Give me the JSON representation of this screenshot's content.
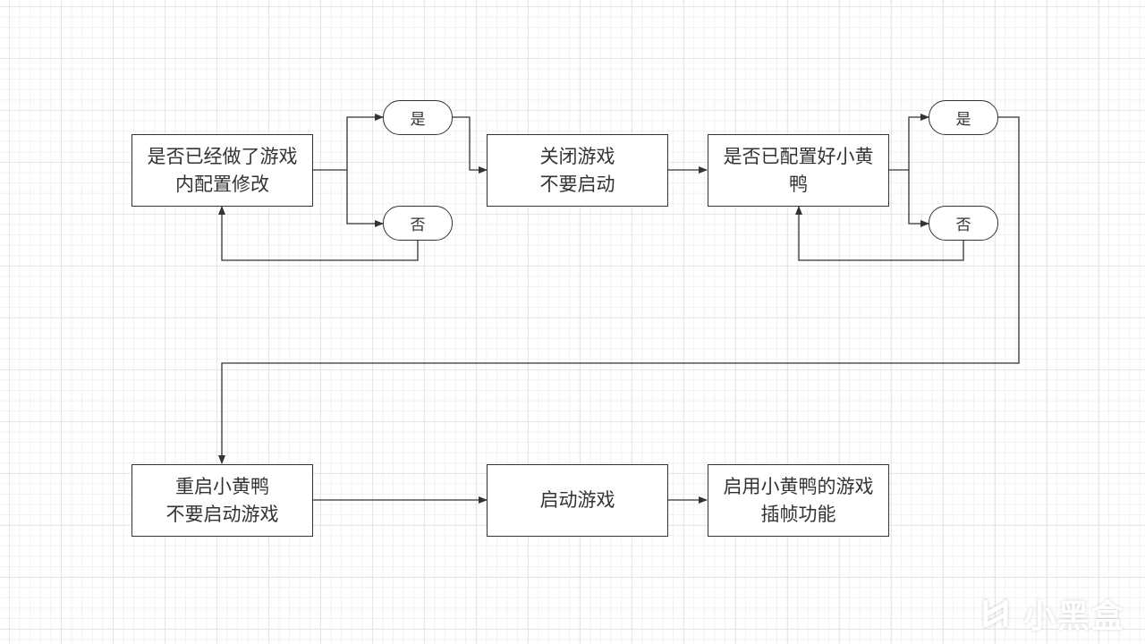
{
  "diagram": {
    "type": "flowchart",
    "nodes": {
      "q1": {
        "label": "是否已经做了游戏内配置修改"
      },
      "q1_yes": {
        "label": "是"
      },
      "q1_no": {
        "label": "否"
      },
      "close_game": {
        "label": "关闭游戏\n不要启动"
      },
      "q2": {
        "label": "是否已配置好小黄鸭"
      },
      "q2_yes": {
        "label": "是"
      },
      "q2_no": {
        "label": "否"
      },
      "restart_lsfg": {
        "label": "重启小黄鸭\n不要启动游戏"
      },
      "start_game": {
        "label": "启动游戏"
      },
      "enable_fg": {
        "label": "启用小黄鸭的游戏插帧功能"
      }
    },
    "edges": [
      {
        "from": "q1",
        "to": "q1_yes"
      },
      {
        "from": "q1",
        "to": "q1_no"
      },
      {
        "from": "q1_no",
        "to": "q1"
      },
      {
        "from": "q1_yes",
        "to": "close_game"
      },
      {
        "from": "close_game",
        "to": "q2"
      },
      {
        "from": "q2",
        "to": "q2_yes"
      },
      {
        "from": "q2",
        "to": "q2_no"
      },
      {
        "from": "q2_no",
        "to": "q2"
      },
      {
        "from": "q2_yes",
        "to": "restart_lsfg"
      },
      {
        "from": "restart_lsfg",
        "to": "start_game"
      },
      {
        "from": "start_game",
        "to": "enable_fg"
      }
    ],
    "colors": {
      "line": "#333333",
      "grid": "#e6e6e6",
      "background": "#ffffff"
    }
  },
  "watermark": {
    "text": "小黑盒"
  }
}
